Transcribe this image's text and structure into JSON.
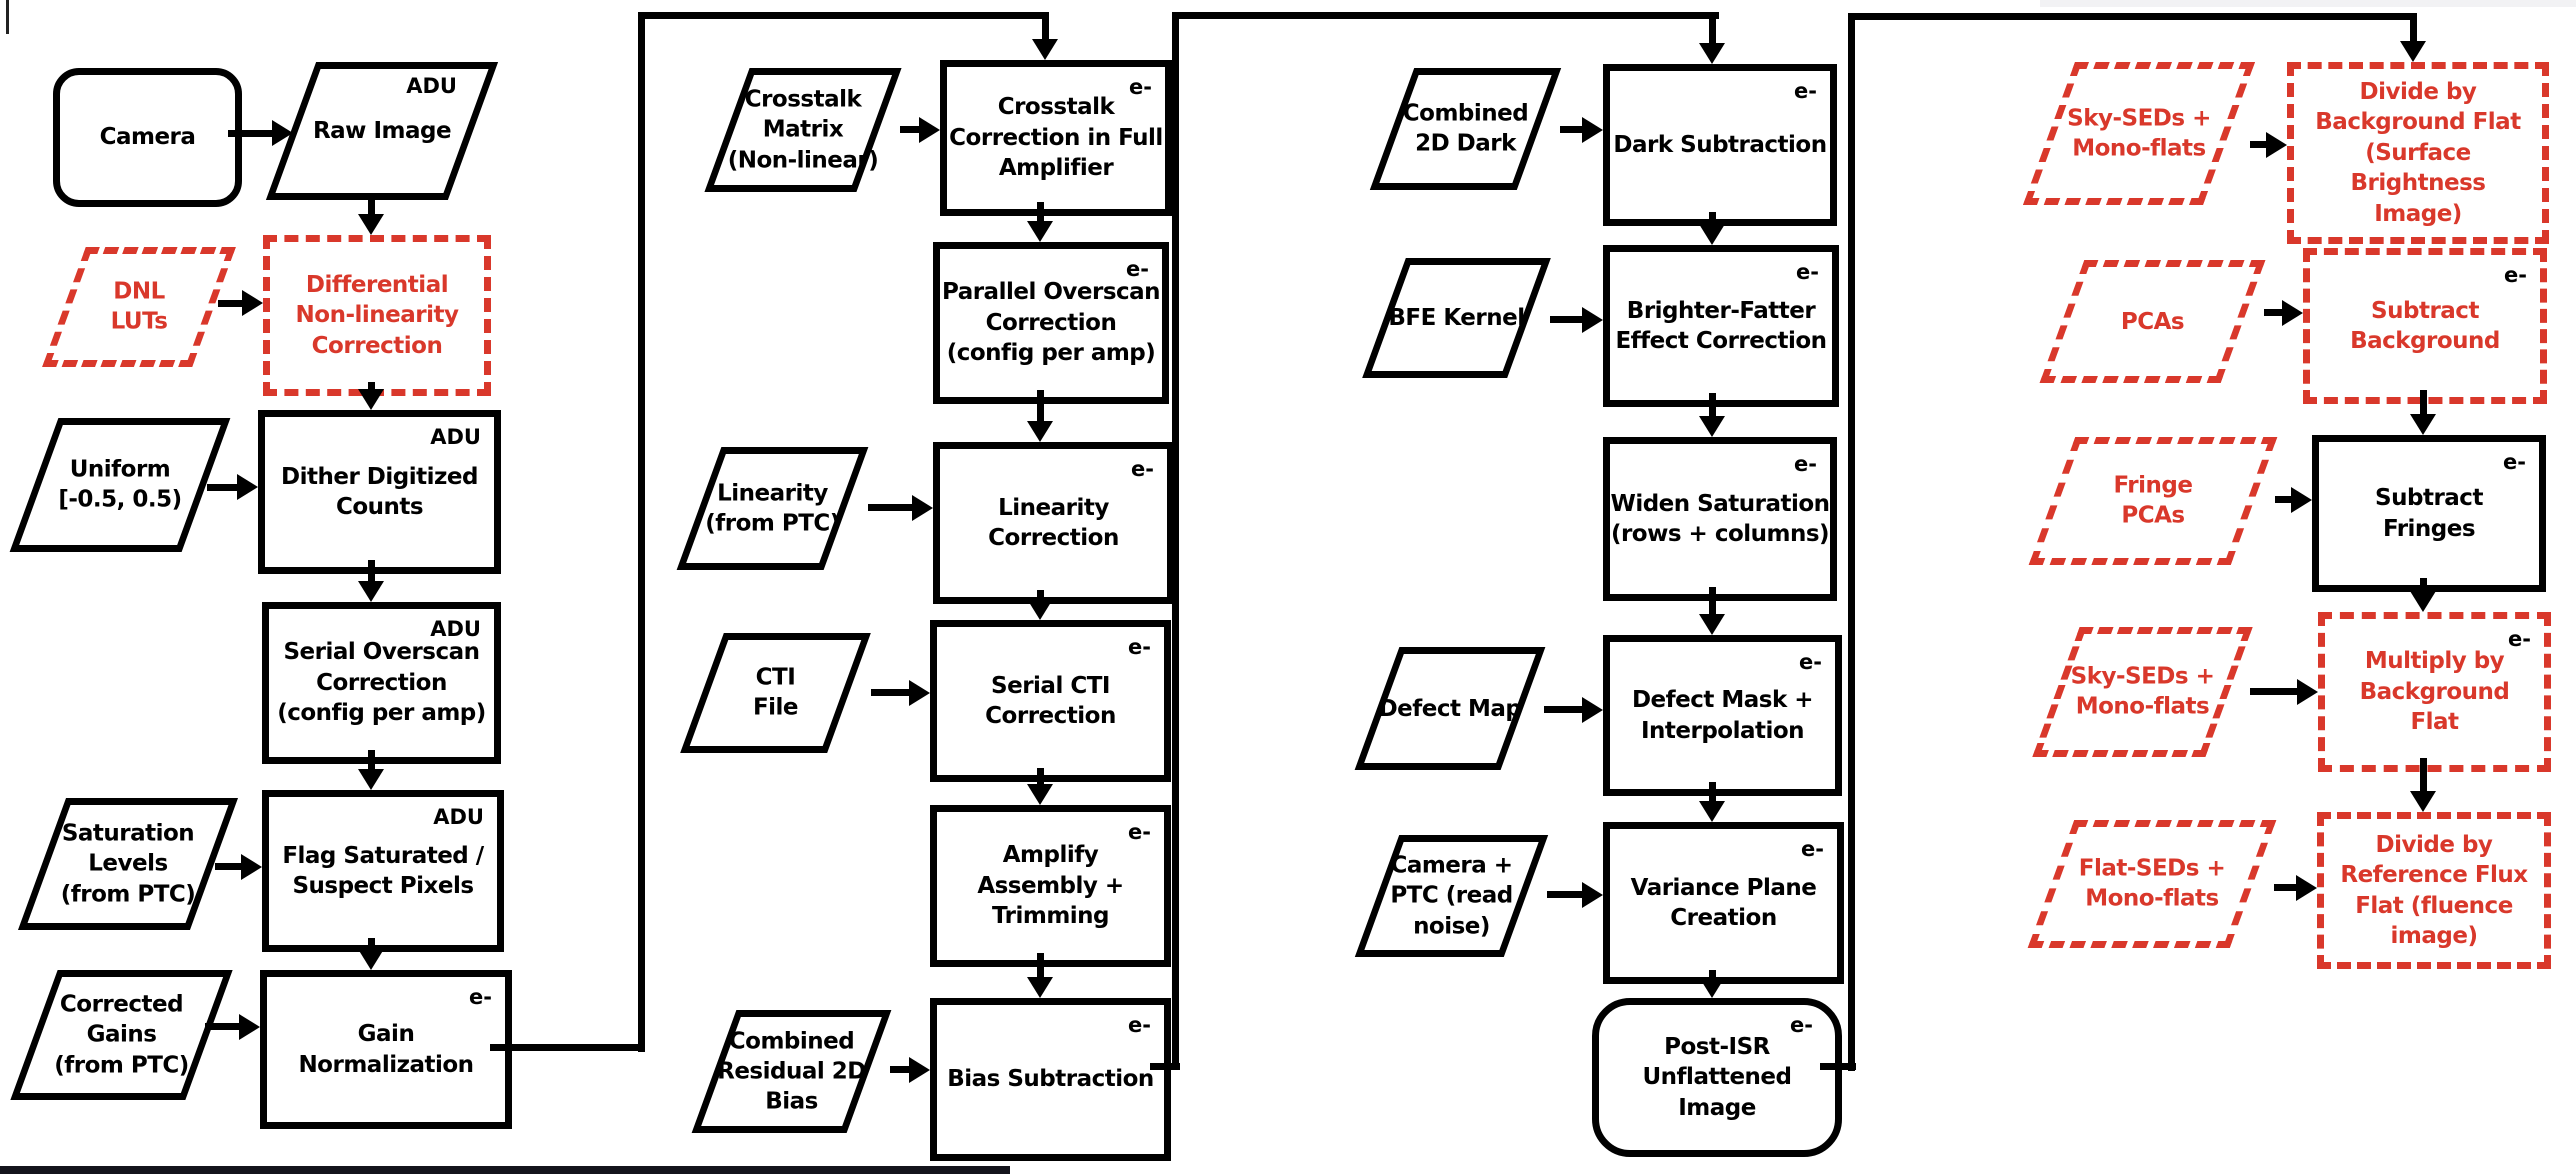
{
  "title": "ISR pipeline flowchart",
  "colors": {
    "accent_red": "#d9382b",
    "line_black": "#000000",
    "background": "#ffffff",
    "edge_artifact_dark": "#14141c",
    "edge_artifact_light": "#f2f2f4"
  },
  "units": {
    "adu": "ADU",
    "electrons": "e-"
  },
  "nodes": {
    "camera": {
      "label": "Camera"
    },
    "raw_image": {
      "label": "Raw Image",
      "unit": "ADU"
    },
    "dnl_luts": {
      "label": "DNL\nLUTs"
    },
    "dnl_correction": {
      "label": "Differential\nNon-linearity\nCorrection"
    },
    "uniform": {
      "label": "Uniform\n[-0.5, 0.5)"
    },
    "dither": {
      "label": "Dither Digitized\nCounts",
      "unit": "ADU"
    },
    "serial_overscan": {
      "label": "Serial Overscan\nCorrection\n(config per amp)",
      "unit": "ADU"
    },
    "saturation_levels": {
      "label": "Saturation\nLevels\n(from PTC)"
    },
    "flag_saturated": {
      "label": "Flag Saturated /\nSuspect Pixels",
      "unit": "ADU"
    },
    "corrected_gains": {
      "label": "Corrected\nGains\n(from PTC)"
    },
    "gain_normalization": {
      "label": "Gain\nNormalization",
      "unit": "e-"
    },
    "crosstalk_matrix": {
      "label": "Crosstalk\nMatrix\n(Non-linear)"
    },
    "crosstalk_correction": {
      "label": "Crosstalk\nCorrection in Full\nAmplifier",
      "unit": "e-"
    },
    "parallel_overscan": {
      "label": "Parallel Overscan\nCorrection\n(config per amp)",
      "unit": "e-"
    },
    "linearity_input": {
      "label": "Linearity\n(from PTC)"
    },
    "linearity_correction": {
      "label": "Linearity\nCorrection",
      "unit": "e-"
    },
    "cti_file": {
      "label": "CTI\nFile"
    },
    "serial_cti": {
      "label": "Serial CTI\nCorrection",
      "unit": "e-"
    },
    "amplify_assembly": {
      "label": "Amplify\nAssembly +\nTrimming",
      "unit": "e-"
    },
    "combined_residual_bias": {
      "label": "Combined\nResidual 2D\nBias"
    },
    "bias_subtraction": {
      "label": "Bias Subtraction",
      "unit": "e-"
    },
    "combined_2d_dark": {
      "label": "Combined\n2D Dark"
    },
    "dark_subtraction": {
      "label": "Dark Subtraction",
      "unit": "e-"
    },
    "bfe_kernel": {
      "label": "BFE Kernel"
    },
    "bfe_correction": {
      "label": "Brighter-Fatter\nEffect Correction",
      "unit": "e-"
    },
    "widen_saturation": {
      "label": "Widen Saturation\n(rows + columns)",
      "unit": "e-"
    },
    "defect_map": {
      "label": "Defect Map"
    },
    "defect_mask": {
      "label": "Defect Mask +\nInterpolation",
      "unit": "e-"
    },
    "camera_ptc": {
      "label": "Camera +\nPTC (read\nnoise)"
    },
    "variance_plane": {
      "label": "Variance Plane\nCreation",
      "unit": "e-"
    },
    "post_isr": {
      "label": "Post-ISR\nUnflattened\nImage",
      "unit": "e-"
    },
    "sky_seds_1": {
      "label": "Sky-SEDs +\nMono-flats"
    },
    "divide_bg_flat": {
      "label": "Divide by\nBackground Flat\n(Surface\nBrightness\nImage)"
    },
    "pcas": {
      "label": "PCAs"
    },
    "subtract_background": {
      "label": "Subtract\nBackground",
      "unit": "e-"
    },
    "fringe_pcas": {
      "label": "Fringe\nPCAs"
    },
    "subtract_fringes": {
      "label": "Subtract\nFringes",
      "unit": "e-"
    },
    "sky_seds_2": {
      "label": "Sky-SEDs +\nMono-flats"
    },
    "multiply_bg_flat": {
      "label": "Multiply by\nBackground\nFlat",
      "unit": "e-"
    },
    "flat_seds": {
      "label": "Flat-SEDs +\nMono-flats"
    },
    "divide_ref_flux": {
      "label": "Divide by\nReference Flux\nFlat (fluence\nimage)"
    }
  }
}
